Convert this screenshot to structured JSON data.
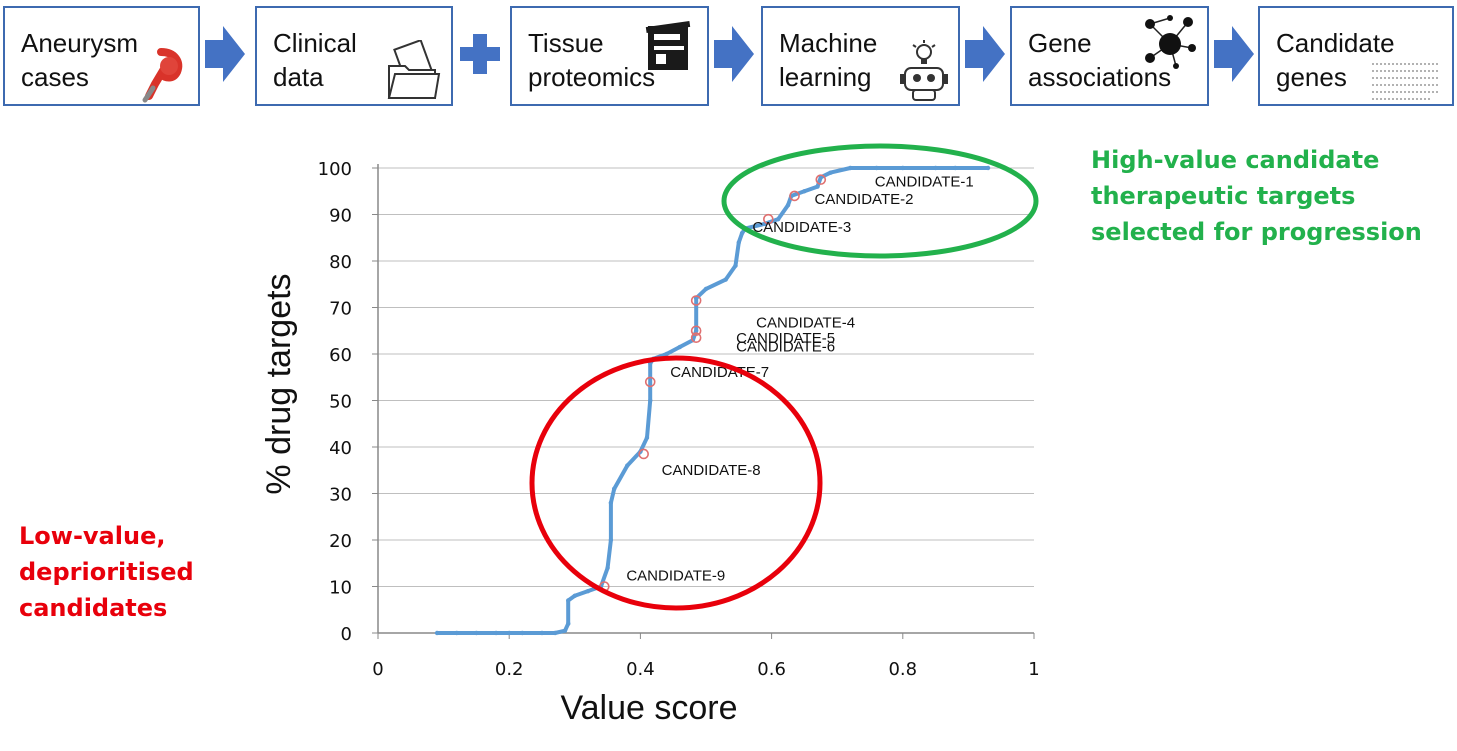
{
  "workflow": {
    "steps": [
      {
        "label": "Aneurysm\ncases",
        "icon": "aorta-icon"
      },
      {
        "label": "Clinical\ndata",
        "icon": "folders-icon"
      },
      {
        "label": "Tissue\nproteomics",
        "icon": "mass-spectrometer-icon"
      },
      {
        "label": "Machine\nlearning",
        "icon": "robot-lightbulb-icon"
      },
      {
        "label": "Gene\nassociations",
        "icon": "network-icon"
      },
      {
        "label": "Candidate\ngenes",
        "icon": "gene-list-icon"
      }
    ],
    "connectors": [
      "arrow-icon",
      "plus-icon",
      "arrow-icon",
      "arrow-icon",
      "arrow-icon"
    ]
  },
  "annotations": {
    "high_value": "High-value candidate\ntherapeutic targets\nselected for progression",
    "high_value_color": "#22b14c",
    "low_value": "Low-value,\ndeprioritised\ncandidates",
    "low_value_color": "#e8000b"
  },
  "chart_data": {
    "type": "scatter",
    "xlabel": "Value score",
    "ylabel": "% drug targets",
    "xlim": [
      0,
      1
    ],
    "ylim": [
      0,
      100
    ],
    "xticks": [
      "0",
      "0.2",
      "0.4",
      "0.6",
      "0.8",
      "1"
    ],
    "yticks": [
      "0",
      "10",
      "20",
      "30",
      "40",
      "50",
      "60",
      "70",
      "80",
      "90",
      "100"
    ],
    "grid": "horizontal",
    "series_color": "#5b9bd5",
    "highlight_color": "#e07070",
    "series": [
      {
        "x": [
          0.09,
          0.12,
          0.15,
          0.18,
          0.2,
          0.22,
          0.25,
          0.27,
          0.285,
          0.29,
          0.29,
          0.3,
          0.32,
          0.34,
          0.35,
          0.355,
          0.355,
          0.36,
          0.38,
          0.4,
          0.41,
          0.415,
          0.415,
          0.42,
          0.44,
          0.46,
          0.48,
          0.485,
          0.485,
          0.5,
          0.53,
          0.545,
          0.55,
          0.555,
          0.56,
          0.59,
          0.61,
          0.625,
          0.63,
          0.65,
          0.67,
          0.675,
          0.69,
          0.72,
          0.76,
          0.8,
          0.85,
          0.88,
          0.93
        ],
        "y": [
          0,
          0,
          0,
          0,
          0,
          0,
          0,
          0,
          0.5,
          2,
          7,
          8,
          9,
          10,
          14,
          20,
          28,
          31,
          36,
          39,
          42,
          50,
          58,
          59,
          60,
          61.5,
          63,
          65,
          72,
          74,
          76,
          79,
          84,
          86,
          87,
          88,
          89,
          92,
          94,
          95,
          96,
          98,
          99,
          100,
          100,
          100,
          100,
          100,
          100
        ]
      }
    ],
    "candidates": [
      {
        "label": "CANDIDATE-1",
        "x": 0.675,
        "y": 97.5
      },
      {
        "label": "CANDIDATE-2",
        "x": 0.635,
        "y": 94
      },
      {
        "label": "CANDIDATE-3",
        "x": 0.595,
        "y": 89
      },
      {
        "label": "CANDIDATE-4",
        "x": 0.485,
        "y": 71.5
      },
      {
        "label": "CANDIDATE-5",
        "x": 0.485,
        "y": 65
      },
      {
        "label": "CANDIDATE-6",
        "x": 0.485,
        "y": 63.5
      },
      {
        "label": "CANDIDATE-7",
        "x": 0.415,
        "y": 54
      },
      {
        "label": "CANDIDATE-8",
        "x": 0.405,
        "y": 38.5
      },
      {
        "label": "CANDIDATE-9",
        "x": 0.345,
        "y": 10
      }
    ]
  }
}
